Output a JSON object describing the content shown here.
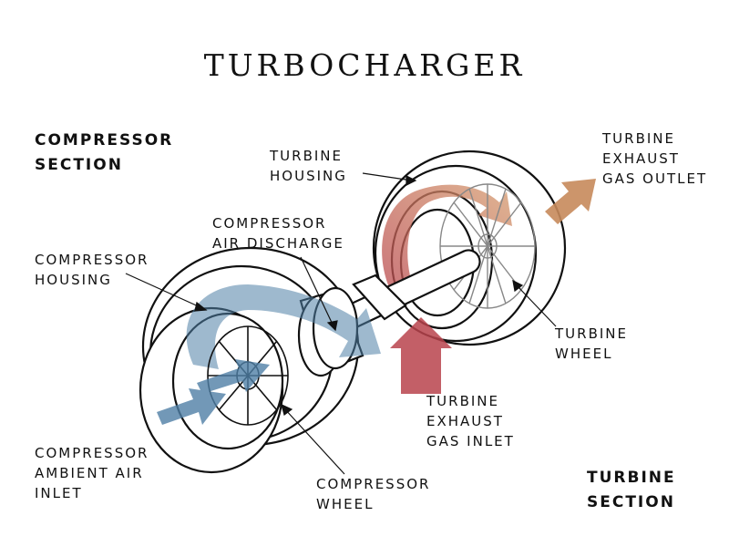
{
  "title": "TURBOCHARGER",
  "sections": {
    "compressor": [
      "COMPRESSOR",
      "SECTION"
    ],
    "turbine": [
      "TURBINE",
      "SECTION"
    ]
  },
  "labels": {
    "turbine_housing": [
      "TURBINE",
      "HOUSING"
    ],
    "turbine_exhaust_gas_outlet": [
      "TURBINE",
      "EXHAUST",
      "GAS OUTLET"
    ],
    "compressor_air_discharge": [
      "COMPRESSOR",
      "AIR DISCHARGE"
    ],
    "compressor_housing": [
      "COMPRESSOR",
      "HOUSING"
    ],
    "turbine_wheel": [
      "TURBINE",
      "WHEEL"
    ],
    "turbine_exhaust_gas_inlet": [
      "TURBINE",
      "EXHAUST",
      "GAS INLET"
    ],
    "compressor_ambient_air_inlet": [
      "COMPRESSOR",
      "AMBIENT AIR",
      "INLET"
    ],
    "compressor_wheel": [
      "COMPRESSOR",
      "WHEEL"
    ]
  },
  "colors": {
    "cold_air_flow": "#4f7fa6",
    "hot_gas_flow": "#b8434c",
    "exhaust_flow": "#c7895b",
    "outline": "#111111"
  }
}
